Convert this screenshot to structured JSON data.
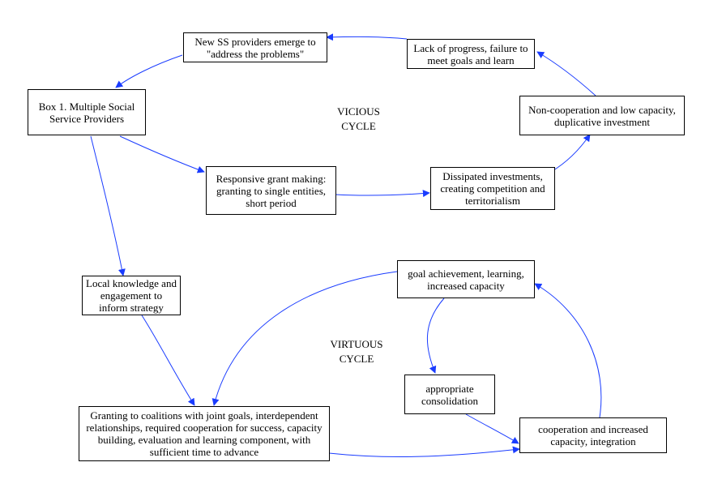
{
  "nodes": {
    "new_providers": "New SS providers emerge to \"address the problems\"",
    "lack_progress": "Lack of progress, failure to meet goals and learn",
    "box1": "Box 1. Multiple Social Service Providers",
    "non_cooperation": "Non-cooperation and low capacity, duplicative investment",
    "responsive_grant": "Responsive grant making: granting to single entities, short period",
    "dissipated": "Dissipated investments, creating competition and territorialism",
    "local_knowledge": "Local knowledge and engagement to inform strategy",
    "goal_achievement": "goal achievement, learning, increased capacity",
    "appropriate_consolidation": "appropriate consolidation",
    "granting_coalitions": "Granting to coalitions with joint goals, interdependent relationships, required cooperation for success, capacity building, evaluation and learning component, with sufficient time to advance",
    "cooperation_increased": "cooperation and increased capacity, integration"
  },
  "labels": {
    "vicious": "VICIOUS CYCLE",
    "virtuous": "VIRTUOUS CYCLE"
  },
  "colors": {
    "edge": "#1a3cff",
    "border": "#000000"
  }
}
